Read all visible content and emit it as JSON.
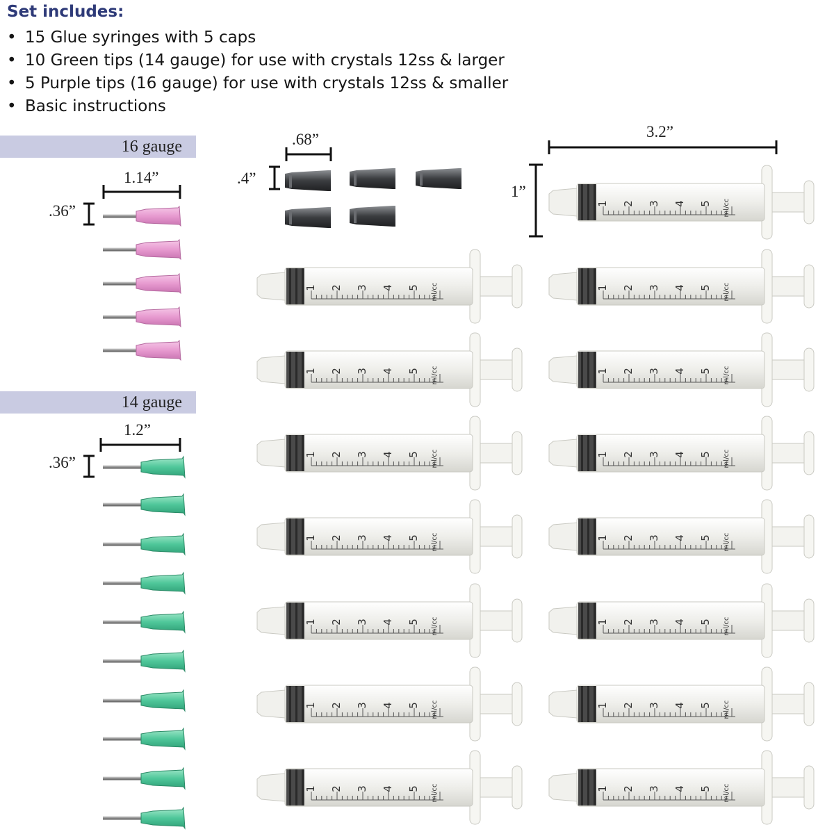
{
  "header": {
    "title": "Set includes:",
    "items": [
      "15 Glue syringes with 5 caps",
      "10 Green tips (14 gauge) for use with crystals 12ss & larger",
      "5 Purple tips (16 gauge) for use with crystals 12ss & smaller",
      "Basic instructions"
    ]
  },
  "sections": {
    "gauge16": {
      "label": "16 gauge",
      "length": "1.14”",
      "height": ".36”",
      "count": 5,
      "color": "#e79ad0"
    },
    "gauge14": {
      "label": "14 gauge",
      "length": "1.2”",
      "height": ".36”",
      "count": 10,
      "color": "#4fc79a"
    }
  },
  "caps": {
    "width": ".68”",
    "height": ".4”",
    "count": 5,
    "color": "#3b3d40"
  },
  "syringes": {
    "length": "3.2”",
    "height": "1”",
    "count": 15,
    "scale_numbers": [
      "1",
      "2",
      "3",
      "4",
      "5"
    ],
    "unit": "ml/cc"
  }
}
